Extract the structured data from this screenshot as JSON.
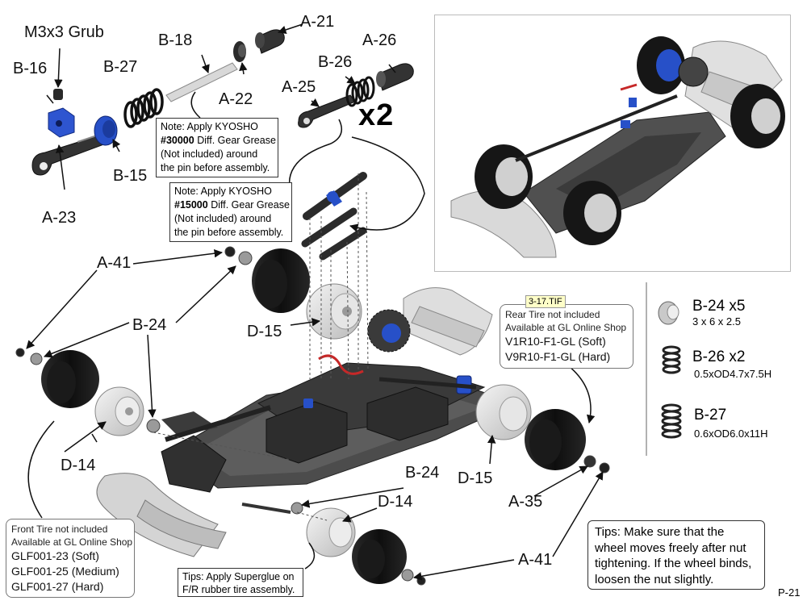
{
  "labels": {
    "m3x3_grub": "M3x3 Grub",
    "b16": "B-16",
    "b27_top": "B-27",
    "b18": "B-18",
    "a21": "A-21",
    "a22": "A-22",
    "b15": "B-15",
    "a23": "A-23",
    "b26_top": "B-26",
    "a26": "A-26",
    "a25": "A-25",
    "x2": "x2",
    "a41_left": "A-41",
    "b24_left": "B-24",
    "d15_left": "D-15",
    "d14_left": "D-14",
    "d15_right": "D-15",
    "a35": "A-35",
    "b24_bottom": "B-24",
    "d14_bottom": "D-14",
    "a41_bottom": "A-41",
    "tif_tag": "3-17.TIF",
    "page": "P-21"
  },
  "notes": {
    "grease30000": [
      "Note: Apply KYOSHO",
      "#30000",
      " Diff. Gear Grease",
      "(Not included) around",
      "the pin before assembly."
    ],
    "grease15000": [
      "Note: Apply KYOSHO",
      "#15000",
      " Diff. Gear Grease",
      "(Not included)  around",
      "the pin before assembly."
    ]
  },
  "rear_tire_box": {
    "line1": "Rear Tire not included",
    "line2": "Available at GL Online Shop",
    "opt1": "V1R10-F1-GL (Soft)",
    "opt2": "V9R10-F1-GL (Hard)"
  },
  "front_tire_box": {
    "line1": "Front Tire not included",
    "line2": "Available at GL Online Shop",
    "opt1": "GLF001-23 (Soft)",
    "opt2": "GLF001-25 (Medium)",
    "opt3": "GLF001-27 (Hard)"
  },
  "tips": {
    "superglue": [
      "Tips: Apply Superglue on",
      "F/R  rubber tire assembly."
    ],
    "nut": [
      "Tips: Make sure that the",
      "wheel moves freely after nut",
      "tightening. If the wheel binds,",
      "loosen the nut slightly."
    ]
  },
  "legend": [
    {
      "title": "B-24  x5",
      "spec": "3 x 6 x 2.5",
      "icon": "bearing"
    },
    {
      "title": "B-26  x2",
      "spec": "0.5xOD4.7x7.5H",
      "icon": "short-spring"
    },
    {
      "title": "B-27",
      "spec": "0.6xOD6.0x11H",
      "icon": "long-spring"
    }
  ],
  "colors": {
    "part_blue": "#2750c8",
    "tire_black": "#161616",
    "carbon_dark": "#4a4a4a",
    "frame_light": "#d9d9d9"
  }
}
